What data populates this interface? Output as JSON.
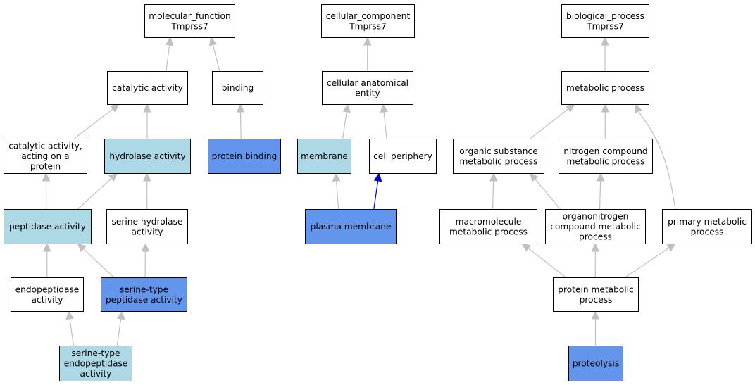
{
  "colors": {
    "plain": "#ffffff",
    "light": "#add8e6",
    "dark": "#6495ed",
    "edge": "#c0c0c0",
    "edge_highlight": "#0000cd"
  },
  "nodes": [
    {
      "id": "mf",
      "lines": [
        "molecular_function",
        "Tmprss7"
      ],
      "fill": "plain"
    },
    {
      "id": "cc",
      "lines": [
        "cellular_component",
        "Tmprss7"
      ],
      "fill": "plain"
    },
    {
      "id": "bp",
      "lines": [
        "biological_process",
        "Tmprss7"
      ],
      "fill": "plain"
    },
    {
      "id": "cat",
      "lines": [
        "catalytic activity"
      ],
      "fill": "plain"
    },
    {
      "id": "binding",
      "lines": [
        "binding"
      ],
      "fill": "plain"
    },
    {
      "id": "cae",
      "lines": [
        "cellular anatomical",
        "entity"
      ],
      "fill": "plain"
    },
    {
      "id": "metab",
      "lines": [
        "metabolic process"
      ],
      "fill": "plain"
    },
    {
      "id": "catprot",
      "lines": [
        "catalytic activity,",
        "acting on a",
        "protein"
      ],
      "fill": "plain"
    },
    {
      "id": "hydro",
      "lines": [
        "hydrolase activity"
      ],
      "fill": "light"
    },
    {
      "id": "protbind",
      "lines": [
        "protein binding"
      ],
      "fill": "dark"
    },
    {
      "id": "membrane",
      "lines": [
        "membrane"
      ],
      "fill": "light"
    },
    {
      "id": "cellper",
      "lines": [
        "cell periphery"
      ],
      "fill": "plain"
    },
    {
      "id": "orgsub",
      "lines": [
        "organic substance",
        "metabolic process"
      ],
      "fill": "plain"
    },
    {
      "id": "nitro",
      "lines": [
        "nitrogen compound",
        "metabolic process"
      ],
      "fill": "plain"
    },
    {
      "id": "pept",
      "lines": [
        "peptidase activity"
      ],
      "fill": "light"
    },
    {
      "id": "serhyd",
      "lines": [
        "serine hydrolase",
        "activity"
      ],
      "fill": "plain"
    },
    {
      "id": "plasma",
      "lines": [
        "plasma membrane"
      ],
      "fill": "dark"
    },
    {
      "id": "macro",
      "lines": [
        "macromolecule",
        "metabolic process"
      ],
      "fill": "plain"
    },
    {
      "id": "organo",
      "lines": [
        "organonitrogen",
        "compound metabolic",
        "process"
      ],
      "fill": "plain"
    },
    {
      "id": "primary",
      "lines": [
        "primary metabolic",
        "process"
      ],
      "fill": "plain"
    },
    {
      "id": "endo",
      "lines": [
        "endopeptidase",
        "activity"
      ],
      "fill": "plain"
    },
    {
      "id": "sertype",
      "lines": [
        "serine-type",
        "peptidase activity"
      ],
      "fill": "dark"
    },
    {
      "id": "protmet",
      "lines": [
        "protein metabolic",
        "process"
      ],
      "fill": "plain"
    },
    {
      "id": "serendo",
      "lines": [
        "serine-type",
        "endopeptidase",
        "activity"
      ],
      "fill": "light"
    },
    {
      "id": "proteo",
      "lines": [
        "proteolysis"
      ],
      "fill": "dark"
    }
  ],
  "edges": [
    {
      "from": "cat",
      "to": "mf"
    },
    {
      "from": "binding",
      "to": "mf"
    },
    {
      "from": "catprot",
      "to": "cat"
    },
    {
      "from": "hydro",
      "to": "cat"
    },
    {
      "from": "protbind",
      "to": "binding"
    },
    {
      "from": "pept",
      "to": "catprot"
    },
    {
      "from": "pept",
      "to": "hydro"
    },
    {
      "from": "serhyd",
      "to": "hydro"
    },
    {
      "from": "endo",
      "to": "pept"
    },
    {
      "from": "sertype",
      "to": "pept"
    },
    {
      "from": "sertype",
      "to": "serhyd"
    },
    {
      "from": "serendo",
      "to": "endo"
    },
    {
      "from": "serendo",
      "to": "sertype"
    },
    {
      "from": "cae",
      "to": "cc"
    },
    {
      "from": "membrane",
      "to": "cae"
    },
    {
      "from": "cellper",
      "to": "cae"
    },
    {
      "from": "plasma",
      "to": "membrane"
    },
    {
      "from": "plasma",
      "to": "cellper",
      "highlight": true
    },
    {
      "from": "metab",
      "to": "bp"
    },
    {
      "from": "orgsub",
      "to": "metab"
    },
    {
      "from": "nitro",
      "to": "metab"
    },
    {
      "from": "primary",
      "to": "metab",
      "curve": true
    },
    {
      "from": "macro",
      "to": "orgsub"
    },
    {
      "from": "organo",
      "to": "orgsub"
    },
    {
      "from": "organo",
      "to": "nitro"
    },
    {
      "from": "protmet",
      "to": "macro"
    },
    {
      "from": "protmet",
      "to": "organo"
    },
    {
      "from": "protmet",
      "to": "primary"
    },
    {
      "from": "proteo",
      "to": "protmet"
    }
  ]
}
